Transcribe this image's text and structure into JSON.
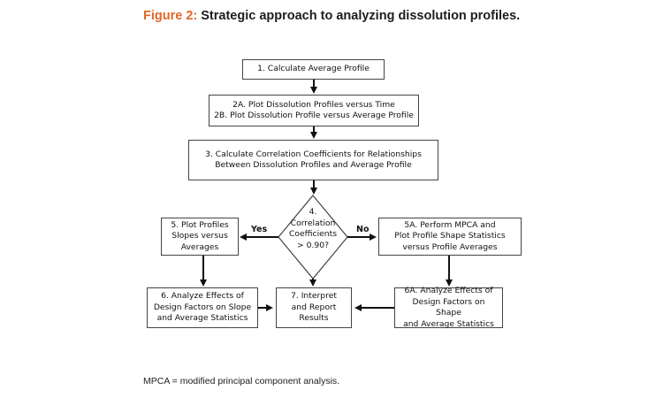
{
  "caption": {
    "figure_label": "Figure 2:",
    "title": "Strategic approach to analyzing dissolution profiles."
  },
  "nodes": {
    "step1": "1. Calculate Average Profile",
    "step2": "2A. Plot Dissolution Profiles versus Time\n2B. Plot Dissolution Profile versus Average Profile",
    "step3": "3. Calculate Correlation Coefficients for Relationships\nBetween Dissolution Profiles and Average Profile",
    "step4": "4.\nCorrelation\nCoefficients\n> 0.90?",
    "step5": "5. Plot Profiles\nSlopes versus\nAverages",
    "step5a": "5A. Perform MPCA and\nPlot Profile Shape Statistics\nversus Profile Averages",
    "step6": "6. Analyze Effects of\nDesign Factors on Slope\nand Average Statistics",
    "step7": "7. Interpret\nand Report\nResults",
    "step6a": "6A. Analyze Effects of\nDesign Factors on Shape\nand Average Statistics"
  },
  "edges": {
    "yes_label": "Yes",
    "no_label": "No"
  },
  "footnote": "MPCA = modified principal component analysis."
}
